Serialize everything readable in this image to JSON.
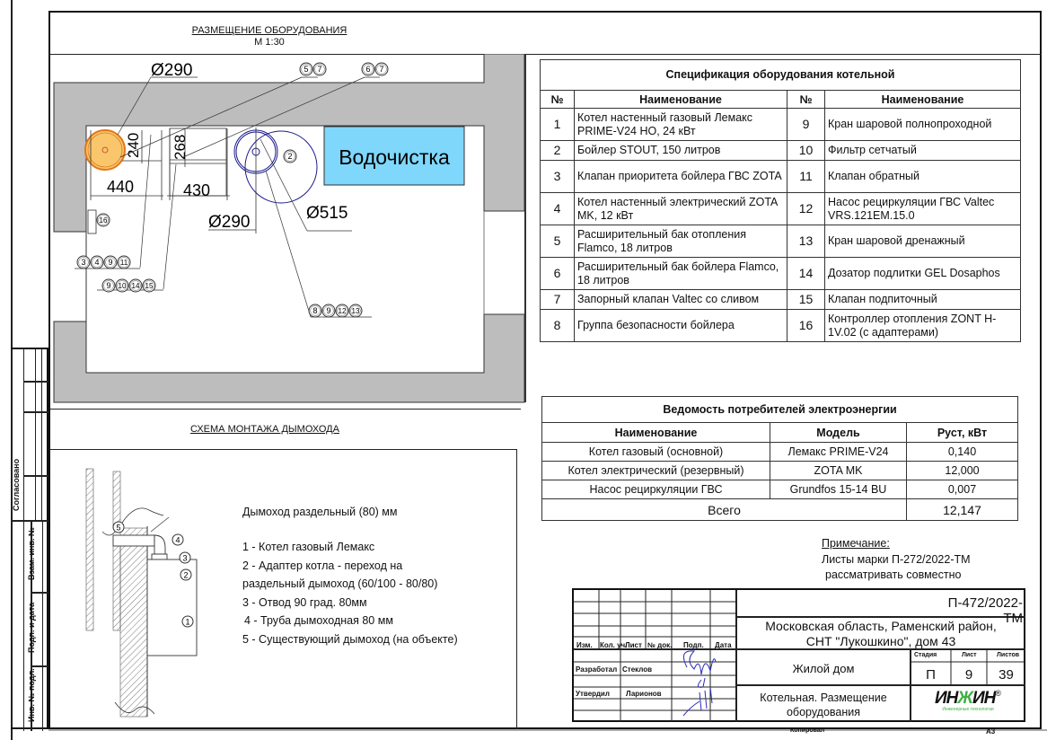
{
  "plan": {
    "title": "РАЗМЕЩЕНИЕ ОБОРУДОВАНИЯ",
    "scale": "М 1:30",
    "room_label": "Водочистка",
    "dims": {
      "d290_top": "Ø290",
      "d290_bottom": "Ø290",
      "d515": "Ø515",
      "w440": "440",
      "w430": "430",
      "h240": "240",
      "h268": "268"
    },
    "callouts": {
      "c57": [
        "5",
        "7"
      ],
      "c67": [
        "6",
        "7"
      ],
      "c2": [
        "2"
      ],
      "c16": [
        "16"
      ],
      "c34911": [
        "3",
        "4",
        "9",
        "11"
      ],
      "c9101415": [
        "9",
        "10",
        "14",
        "15"
      ],
      "c891213": [
        "8",
        "9",
        "12",
        "13"
      ]
    },
    "colors": {
      "wall": "#bdbdbd",
      "water": "#7fd7fb",
      "boiler_fill": "#f9c66b",
      "boiler_stroke": "#e0781d",
      "tank_stroke": "#1c1c8c"
    }
  },
  "chimney": {
    "title": "СХЕМА МОНТАЖА ДЫМОХОДА",
    "heading": "Дымоход раздельный (80) мм",
    "items": [
      "1 - Котел газовый Лемакс",
      "2 - Адаптер котла - переход на",
      "раздельный дымоход (60/100 - 80/80)",
      "3 - Отвод 90 град. 80мм",
      "4 - Труба дымоходная 80 мм",
      "5 - Существующий дымоход (на объекте)"
    ],
    "markers": [
      "1",
      "2",
      "3",
      "4",
      "5"
    ]
  },
  "spec": {
    "caption": "Спецификация оборудования котельной",
    "headers": [
      "№",
      "Наименование",
      "№",
      "Наименование"
    ],
    "rows": [
      {
        "n1": "1",
        "name1": "Котел настенный  газовый Лемакс PRIME-V24 НО, 24 кВт",
        "n2": "9",
        "name2": "Кран шаровой полнопроходной"
      },
      {
        "n1": "2",
        "name1": "Бойлер STOUT, 150 литров",
        "n2": "10",
        "name2": "Фильтр сетчатый"
      },
      {
        "n1": "3",
        "name1": "Клапан приоритета бойлера ГВС ZOTA",
        "n2": "11",
        "name2": "Клапан обратный"
      },
      {
        "n1": "4",
        "name1": "Котел настенный электрический ZOTA MK, 12 кВт",
        "n2": "12",
        "name2": "Насос рециркуляции ГВС Valtec VRS.121EM.15.0"
      },
      {
        "n1": "5",
        "name1": "Расширительный бак отопления Flamco, 18 литров",
        "n2": "13",
        "name2": "Кран шаровой дренажный"
      },
      {
        "n1": "6",
        "name1": "Расширительный бак бойлера Flamco, 18 литров",
        "n2": "14",
        "name2": "Дозатор подлитки GEL Dosaphos"
      },
      {
        "n1": "7",
        "name1": "Запорный клапан Valtec со сливом",
        "n2": "15",
        "name2": "Клапан подпиточный"
      },
      {
        "n1": "8",
        "name1": "Группа безопасности бойлера",
        "n2": "16",
        "name2": "Контроллер отопления ZONT H-1V.02 (с адаптерами)"
      }
    ]
  },
  "electric": {
    "caption": "Ведомость потребителей электроэнергии",
    "headers": [
      "Наименование",
      "Модель",
      "Руст, кВт"
    ],
    "rows": [
      {
        "name": "Котел газовый (основной)",
        "model": "Лемакс PRIME-V24",
        "power": "0,140"
      },
      {
        "name": "Котел электрический (резервный)",
        "model": "ZOTA MK",
        "power": "12,000"
      },
      {
        "name": "Насос рециркуляции ГВС",
        "model": "Grundfos 15-14 BU",
        "power": "0,007"
      }
    ],
    "total_label": "Всего",
    "total_value": "12,147"
  },
  "note": {
    "title": "Примечание:",
    "line1": "Листы марки П-272/2022-ТМ",
    "line2": "рассматривать совместно"
  },
  "stamp": {
    "code": "П-472/2022-ТМ",
    "address1": "Московская область, Раменский район,",
    "address2": "СНТ \"Лукошкино\", дом 43",
    "object": "Жилой дом",
    "sheet_title1": "Котельная. Размещение",
    "sheet_title2": "оборудования",
    "cols": [
      "Изм.",
      "Кол. уч.",
      "Лист",
      "№ док.",
      "Подп.",
      "Дата"
    ],
    "developed_label": "Разработал",
    "developed_name": "Стеклов",
    "approved_label": "Утвердил",
    "approved_name": "Ларионов",
    "stage_label": "Стадия",
    "sheet_label": "Лист",
    "sheets_label": "Листов",
    "stage": "П",
    "sheet": "9",
    "sheets": "39",
    "logo": "ИНЖИН",
    "logo_sub": "Инженерные технологии",
    "copied_label": "Копировал",
    "format": "А3",
    "logo_green": "#3cb043"
  },
  "side": {
    "agreed": "Согласовано",
    "inv_replace": "Взам. инв. №",
    "sign_date": "Подп. и дата",
    "inv_orig": "Инв. № подл."
  }
}
